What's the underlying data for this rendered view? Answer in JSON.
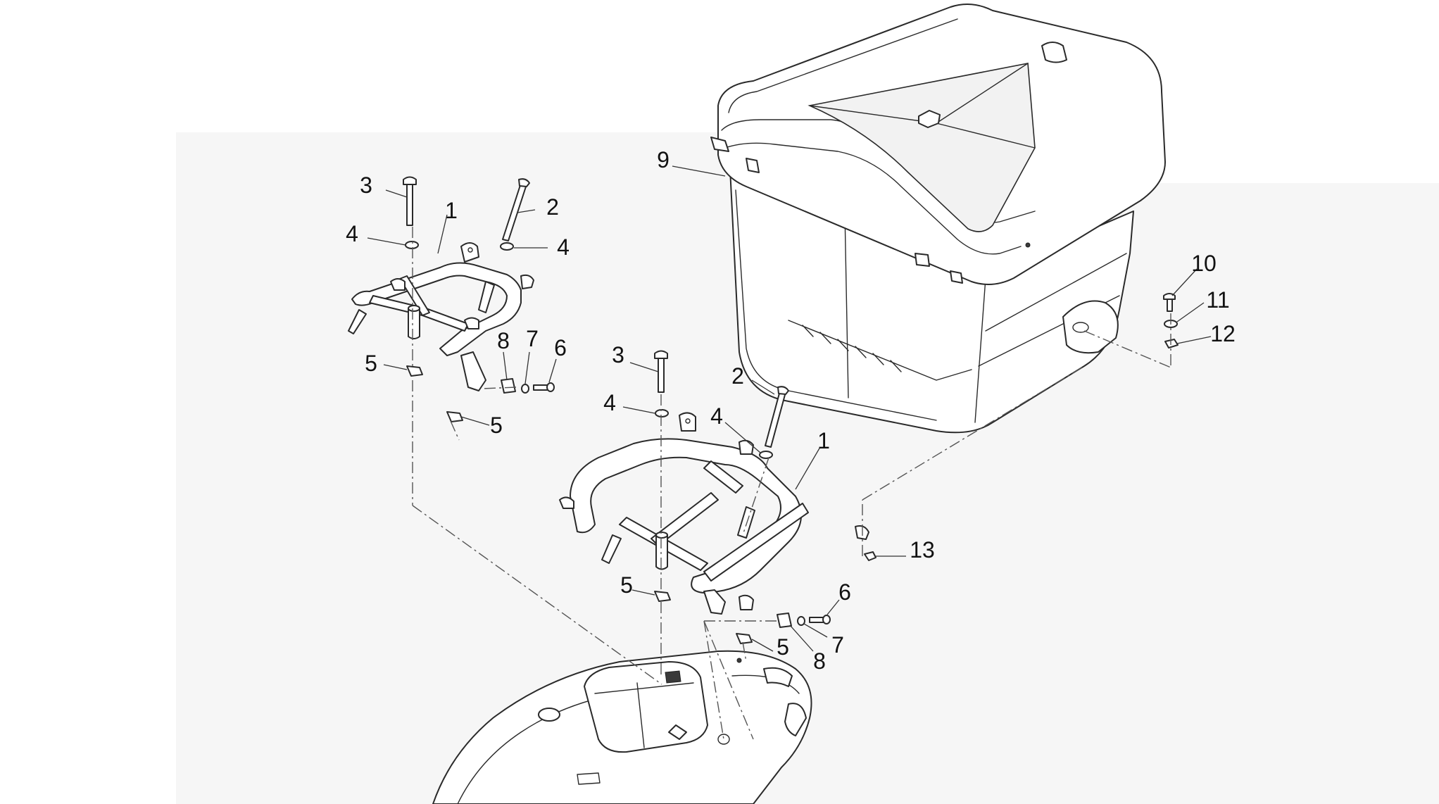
{
  "callouts": [
    {
      "id": "c3a",
      "text": "3"
    },
    {
      "id": "c1a",
      "text": "1"
    },
    {
      "id": "c2a",
      "text": "2"
    },
    {
      "id": "c4a",
      "text": "4"
    },
    {
      "id": "c4b",
      "text": "4"
    },
    {
      "id": "c5a",
      "text": "5"
    },
    {
      "id": "c8a",
      "text": "8"
    },
    {
      "id": "c7a",
      "text": "7"
    },
    {
      "id": "c6a",
      "text": "6"
    },
    {
      "id": "c5b",
      "text": "5"
    },
    {
      "id": "c9",
      "text": "9"
    },
    {
      "id": "c10",
      "text": "10"
    },
    {
      "id": "c11",
      "text": "11"
    },
    {
      "id": "c12",
      "text": "12"
    },
    {
      "id": "c3b",
      "text": "3"
    },
    {
      "id": "c2b",
      "text": "2"
    },
    {
      "id": "c4c",
      "text": "4"
    },
    {
      "id": "c4d",
      "text": "4"
    },
    {
      "id": "c1b",
      "text": "1"
    },
    {
      "id": "c13",
      "text": "13"
    },
    {
      "id": "c5c",
      "text": "5"
    },
    {
      "id": "c6b",
      "text": "6"
    },
    {
      "id": "c7b",
      "text": "7"
    },
    {
      "id": "c5d",
      "text": "5"
    },
    {
      "id": "c8b",
      "text": "8"
    }
  ],
  "colors": {
    "line": "#2a2a2a",
    "background": "#ffffff",
    "panel": "#f6f6f6"
  }
}
